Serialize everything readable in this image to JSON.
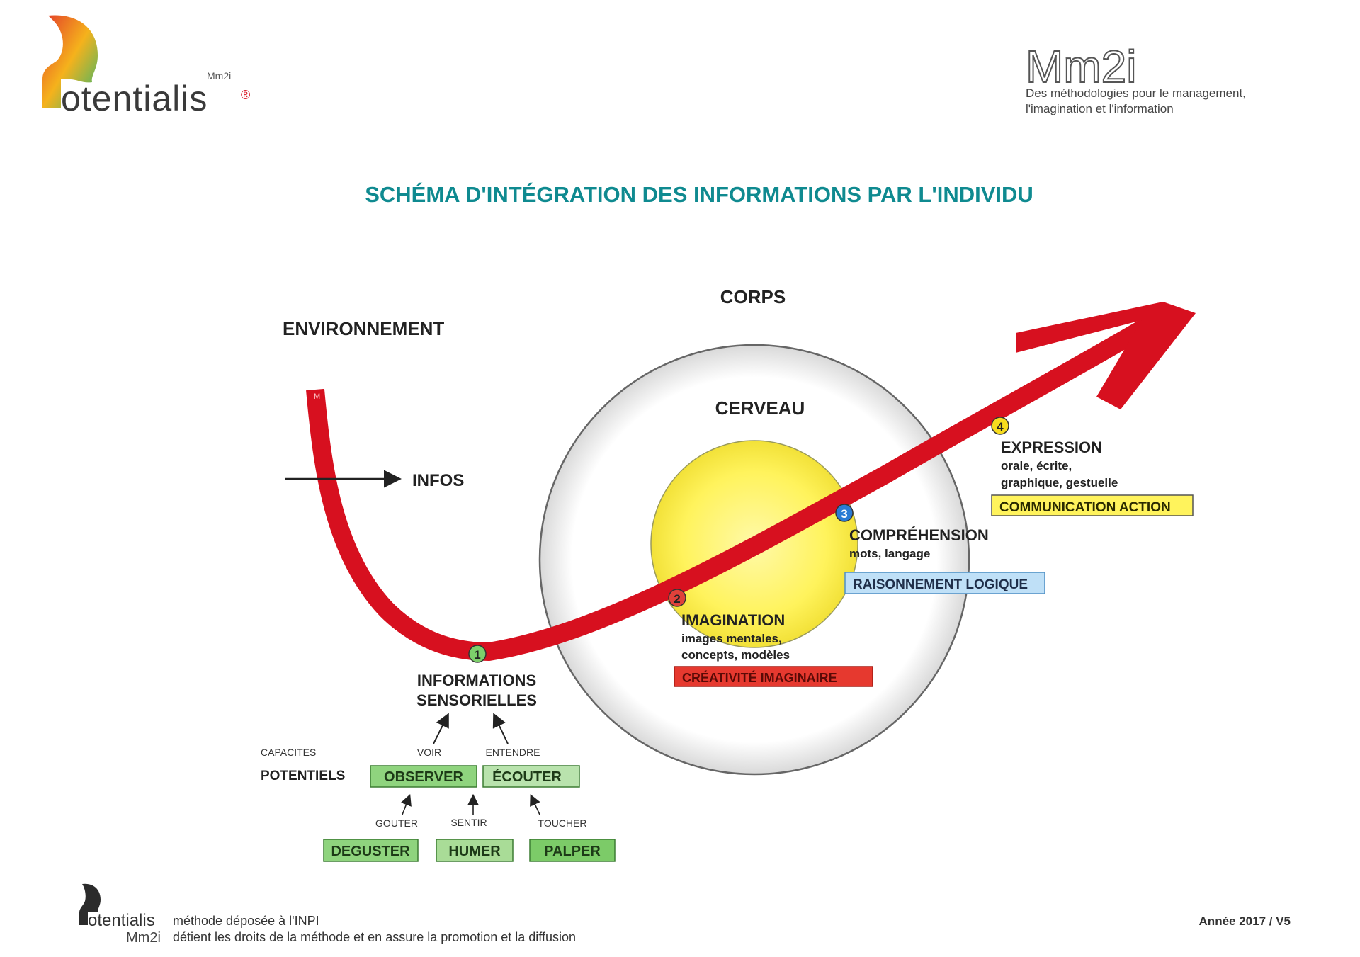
{
  "header": {
    "logo_left": {
      "wordmark": "otentialis",
      "superscript": "Mm2i",
      "mark": "®"
    },
    "logo_right": {
      "wordmark": "Mm2i",
      "tagline_line1": "Des méthodologies  pour le management,",
      "tagline_line2": "l'imagination et l'information"
    }
  },
  "title": "SCHÉMA D'INTÉGRATION DES INFORMATIONS PAR L'INDIVIDU",
  "labels": {
    "environnement": "ENVIRONNEMENT",
    "corps": "CORPS",
    "cerveau": "CERVEAU",
    "infos": "INFOS"
  },
  "steps": {
    "s1": {
      "number": "1",
      "title_line1": "INFORMATIONS",
      "title_line2": "SENSORIELLES"
    },
    "s2": {
      "number": "2",
      "title": "IMAGINATION",
      "sub1": "images  mentales,",
      "sub2": "concepts,  modèles",
      "box": "CRÉATIVITÉ  IMAGINAIRE"
    },
    "s3": {
      "number": "3",
      "title": "COMPRÉHENSION",
      "sub1": "mots,  langage",
      "box": "RAISONNEMENT  LOGIQUE"
    },
    "s4": {
      "number": "4",
      "title": "EXPRESSION",
      "sub1": "orale,  écrite,",
      "sub2": "graphique,  gestuelle",
      "box": "COMMUNICATION   ACTION"
    }
  },
  "senses": {
    "capacites": "CAPACITES",
    "potentiels": "POTENTIELS",
    "voir": "VOIR",
    "entendre": "ENTENDRE",
    "gouter": "GOUTER",
    "sentir": "SENTIR",
    "toucher": "TOUCHER",
    "observer": "OBSERVER",
    "ecouter": "ÉCOUTER",
    "deguster": "DEGUSTER",
    "humer": "HUMER",
    "palper": "PALPER"
  },
  "footer": {
    "line1": "méthode déposée à l'INPI",
    "line2": "détient les droits de la méthode et en assure la promotion et la diffusion",
    "brand2": "Mm2i",
    "version": "Année 2017 / V5"
  },
  "colors": {
    "arrow": "#d7101f",
    "title": "#0f8a90",
    "brain": "#fff35c",
    "box_green": "#8fd47e",
    "box_red": "#e6392f",
    "box_blue": "#bfe0f7",
    "box_yellow": "#fff35c"
  }
}
